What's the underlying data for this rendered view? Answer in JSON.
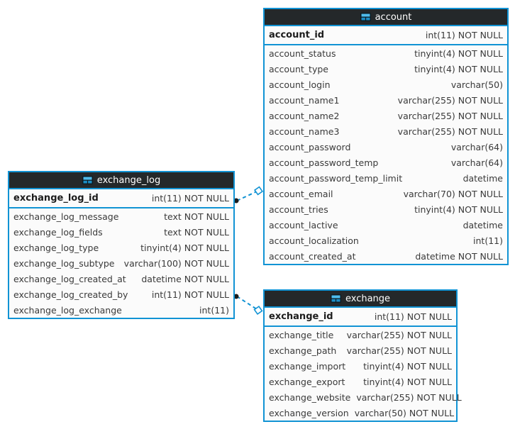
{
  "diagram": {
    "kind": "database-er-diagram",
    "colors": {
      "table_border": "#1193d4",
      "header_background": "#24282a",
      "header_text": "#ffffff",
      "row_background": "#fbfbfb",
      "row_text": "#3a3a3a",
      "primary_key_text": "#1c1c1c",
      "connector_line": "#1193d4",
      "connector_dot": "#1c1c1c",
      "canvas_background": "#ffffff"
    },
    "icons": {
      "table_icon": "table-icon"
    },
    "relationships": [
      {
        "from_table": "exchange_log",
        "to_table": "account",
        "line_style": "dashed"
      },
      {
        "from_table": "exchange_log",
        "to_table": "exchange",
        "line_style": "dashed"
      }
    ]
  },
  "tables": {
    "account": {
      "title": "account",
      "primary_key": {
        "name": "account_id",
        "type": "int(11) NOT NULL"
      },
      "fields": [
        {
          "name": "account_status",
          "type": "tinyint(4) NOT NULL"
        },
        {
          "name": "account_type",
          "type": "tinyint(4) NOT NULL"
        },
        {
          "name": "account_login",
          "type": "varchar(50)"
        },
        {
          "name": "account_name1",
          "type": "varchar(255) NOT NULL"
        },
        {
          "name": "account_name2",
          "type": "varchar(255) NOT NULL"
        },
        {
          "name": "account_name3",
          "type": "varchar(255) NOT NULL"
        },
        {
          "name": "account_password",
          "type": "varchar(64)"
        },
        {
          "name": "account_password_temp",
          "type": "varchar(64)"
        },
        {
          "name": "account_password_temp_limit",
          "type": "datetime"
        },
        {
          "name": "account_email",
          "type": "varchar(70) NOT NULL"
        },
        {
          "name": "account_tries",
          "type": "tinyint(4) NOT NULL"
        },
        {
          "name": "account_lactive",
          "type": "datetime"
        },
        {
          "name": "account_localization",
          "type": "int(11)"
        },
        {
          "name": "account_created_at",
          "type": "datetime NOT NULL"
        }
      ]
    },
    "exchange_log": {
      "title": "exchange_log",
      "primary_key": {
        "name": "exchange_log_id",
        "type": "int(11) NOT NULL"
      },
      "fields": [
        {
          "name": "exchange_log_message",
          "type": "text NOT NULL"
        },
        {
          "name": "exchange_log_fields",
          "type": "text NOT NULL"
        },
        {
          "name": "exchange_log_type",
          "type": "tinyint(4) NOT NULL"
        },
        {
          "name": "exchange_log_subtype",
          "type": "varchar(100) NOT NULL"
        },
        {
          "name": "exchange_log_created_at",
          "type": "datetime NOT NULL"
        },
        {
          "name": "exchange_log_created_by",
          "type": "int(11) NOT NULL"
        },
        {
          "name": "exchange_log_exchange",
          "type": "int(11)"
        }
      ]
    },
    "exchange": {
      "title": "exchange",
      "primary_key": {
        "name": "exchange_id",
        "type": "int(11) NOT NULL"
      },
      "fields": [
        {
          "name": "exchange_title",
          "type": "varchar(255) NOT NULL"
        },
        {
          "name": "exchange_path",
          "type": "varchar(255) NOT NULL"
        },
        {
          "name": "exchange_import",
          "type": "tinyint(4) NOT NULL"
        },
        {
          "name": "exchange_export",
          "type": "tinyint(4) NOT NULL"
        },
        {
          "name": "exchange_website",
          "type": "varchar(255) NOT NULL"
        },
        {
          "name": "exchange_version",
          "type": "varchar(50) NOT NULL"
        }
      ]
    }
  }
}
